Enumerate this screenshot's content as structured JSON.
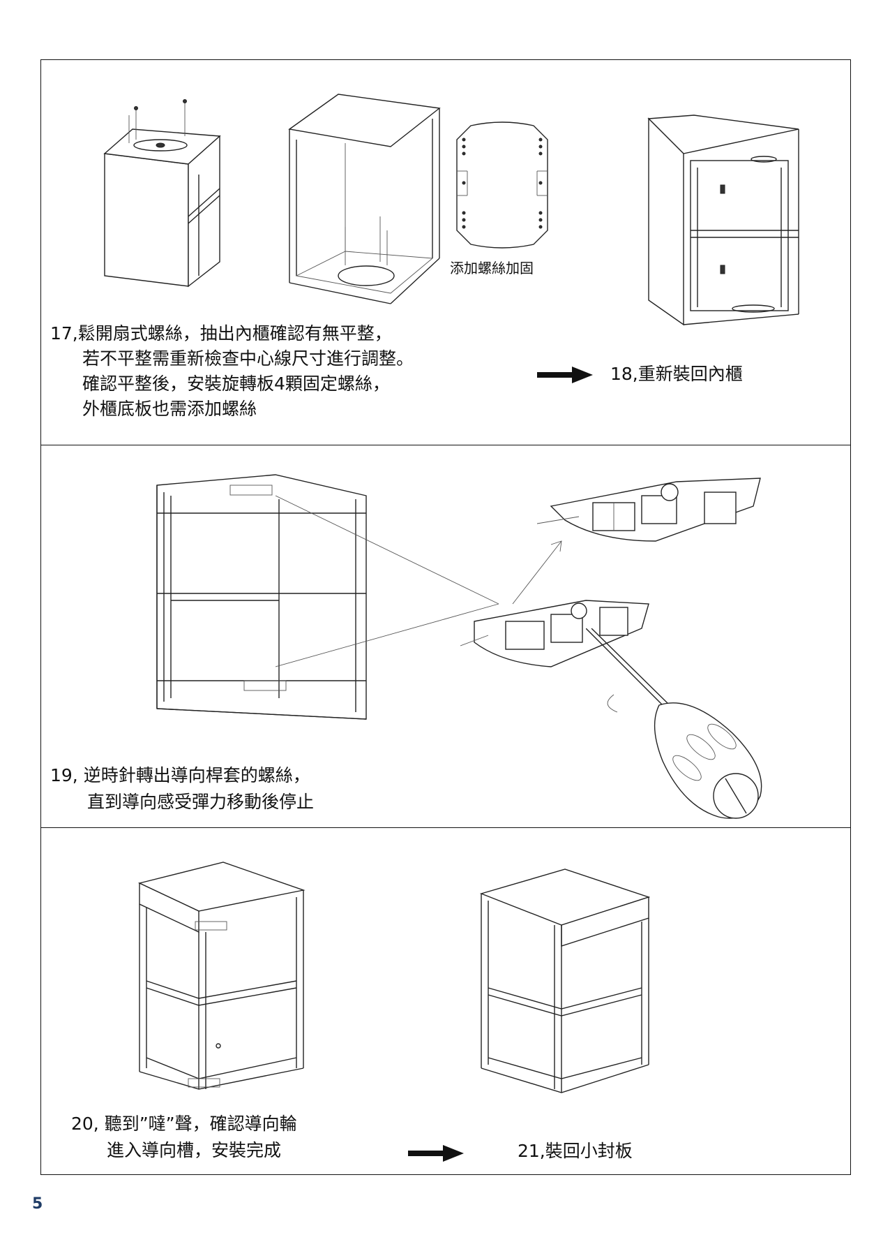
{
  "steps": {
    "s17": {
      "lines": [
        "17,鬆開扇式螺絲，抽出內櫃確認有無平整，",
        "若不平整需重新檢查中心線尺寸進行調整。",
        "確認平整後，安裝旋轉板4顆固定螺絲，",
        "外櫃底板也需添加螺絲"
      ],
      "note": "添加螺絲加固"
    },
    "s18": {
      "label": "18,重新裝回內櫃"
    },
    "s19": {
      "lines": [
        "19, 逆時針轉出導向桿套的螺絲，",
        "直到導向感受彈力移動後停止"
      ]
    },
    "s20": {
      "lines": [
        "20, 聽到”噠”聲，確認導向輪",
        "進入導向槽，安裝完成"
      ]
    },
    "s21": {
      "label": "21,裝回小封板"
    }
  },
  "page": {
    "number": "5"
  },
  "colors": {
    "line": "#111111",
    "page_number": "#1f3c66"
  }
}
